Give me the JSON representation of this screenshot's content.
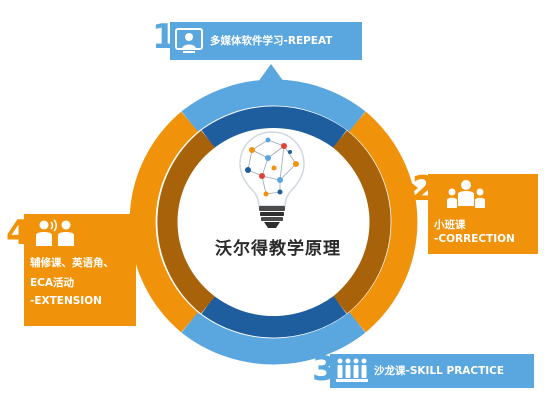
{
  "center": {
    "title": "沃尔得教学原理"
  },
  "steps": [
    {
      "number": "1",
      "label": "多媒体软件学习-REPEAT",
      "icon": "computer-user-icon",
      "color": "#5aa6de"
    },
    {
      "number": "2",
      "label_line1": "小班课",
      "label_line2": "-CORRECTION",
      "icon": "small-class-icon",
      "color": "#f0930a"
    },
    {
      "number": "3",
      "label": "沙龙课-SKILL PRACTICE",
      "icon": "salon-group-icon",
      "color": "#5aa6de"
    },
    {
      "number": "4",
      "label_lines": [
        "辅修课、英语角、",
        "ECA活动",
        "-EXTENSION"
      ],
      "icon": "conversation-icon",
      "color": "#f0930a"
    }
  ],
  "colors": {
    "blue": "#5aa6de",
    "dark_blue": "#1f5e9e",
    "orange": "#f0930a",
    "dark_orange": "#a8620a"
  }
}
